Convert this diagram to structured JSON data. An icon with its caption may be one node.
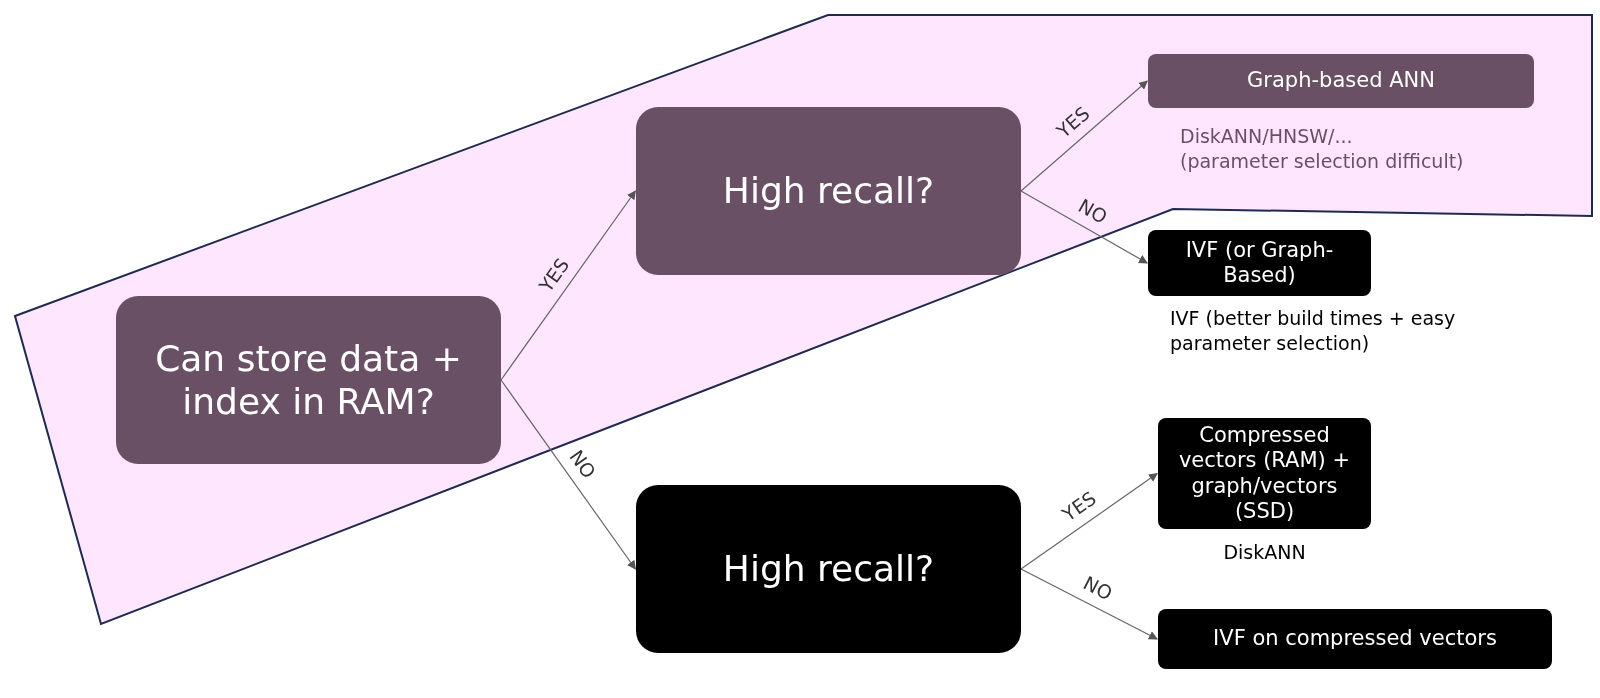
{
  "diagram": {
    "nodes": [
      {
        "text": [
          "Can store data + index in RAM?"
        ]
      },
      {
        "text": [
          "High recall?"
        ]
      },
      {
        "text": [
          "High recall?"
        ]
      },
      {
        "text": [
          "Graph-based ANN"
        ],
        "beside": [
          "DiskANN/HNSW/...",
          "(parameter selection difficult)"
        ]
      },
      {
        "text": [
          "IVF (or Graph-Based)"
        ],
        "beside": [
          "IVF (better build times + easy parameter selection)"
        ]
      },
      {
        "text": [
          "Compressed vectors (RAM) + graph/vectors (SSD)"
        ],
        "beside": [
          "DiskANN"
        ]
      },
      {
        "text": [
          "IVF on compressed vectors"
        ]
      }
    ],
    "edges": [
      {
        "from": 0,
        "to": 1,
        "arrow": "to",
        "label": "YES"
      },
      {
        "from": 0,
        "to": 2,
        "arrow": "to",
        "label": "NO"
      },
      {
        "from": 1,
        "to": 3,
        "arrow": "to",
        "label": "YES"
      },
      {
        "from": 1,
        "to": 4,
        "arrow": "to",
        "label": "NO"
      },
      {
        "from": 2,
        "to": 5,
        "arrow": "to",
        "label": "YES"
      },
      {
        "from": 2,
        "to": 6,
        "arrow": "to",
        "label": "NO"
      }
    ]
  }
}
